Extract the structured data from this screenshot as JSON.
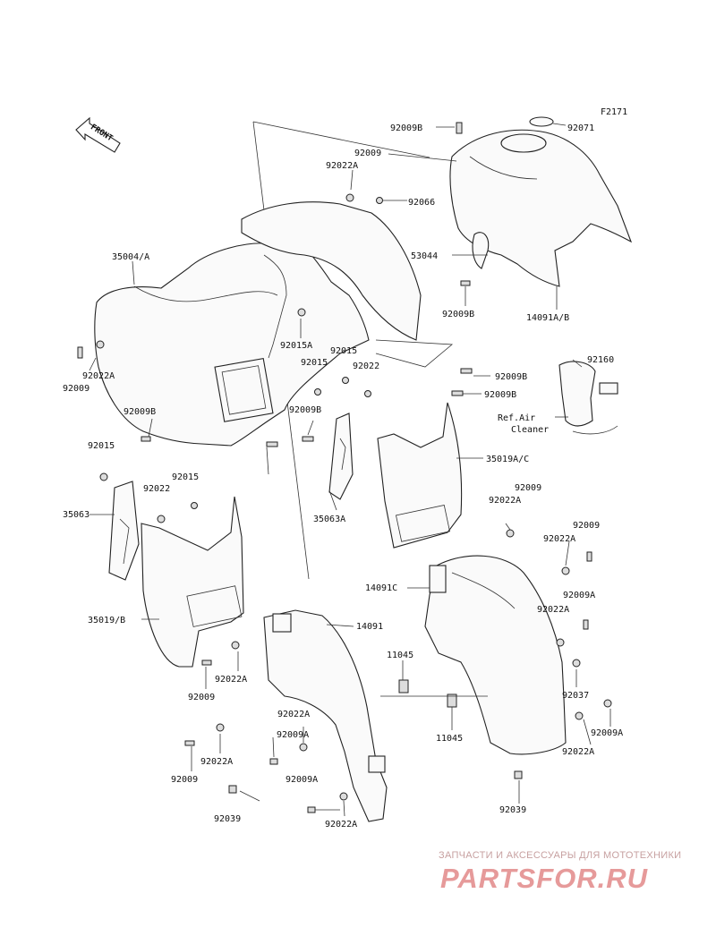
{
  "figure_code": "F2171",
  "front_label": "FRONT",
  "ref_note": [
    "Ref.Air",
    "Cleaner"
  ],
  "watermark": {
    "tagline": "ЗАПЧАСТИ И АКСЕССУАРЫ ДЛЯ МОТОТЕХНИКИ",
    "logo": "PARTSFOR.RU"
  },
  "labels": [
    "92009B",
    "92071",
    "92009",
    "92022A",
    "92066",
    "53044",
    "92009B",
    "14091A/B",
    "35004/A",
    "92015A",
    "92015",
    "92015",
    "92022",
    "92009B",
    "92009B",
    "92022A",
    "92009",
    "92009B",
    "92160",
    "92009B",
    "92015",
    "92015",
    "92022",
    "35019A/C",
    "92009",
    "92022A",
    "35063",
    "35063A",
    "92009",
    "92022A",
    "14091C",
    "92009A",
    "92022A",
    "35019/B",
    "14091",
    "11045",
    "92022A",
    "92009",
    "92037",
    "11045",
    "92022A",
    "92009A",
    "92009A",
    "92022A",
    "92022A",
    "92009",
    "92009A",
    "92039",
    "92022A",
    "92039"
  ]
}
